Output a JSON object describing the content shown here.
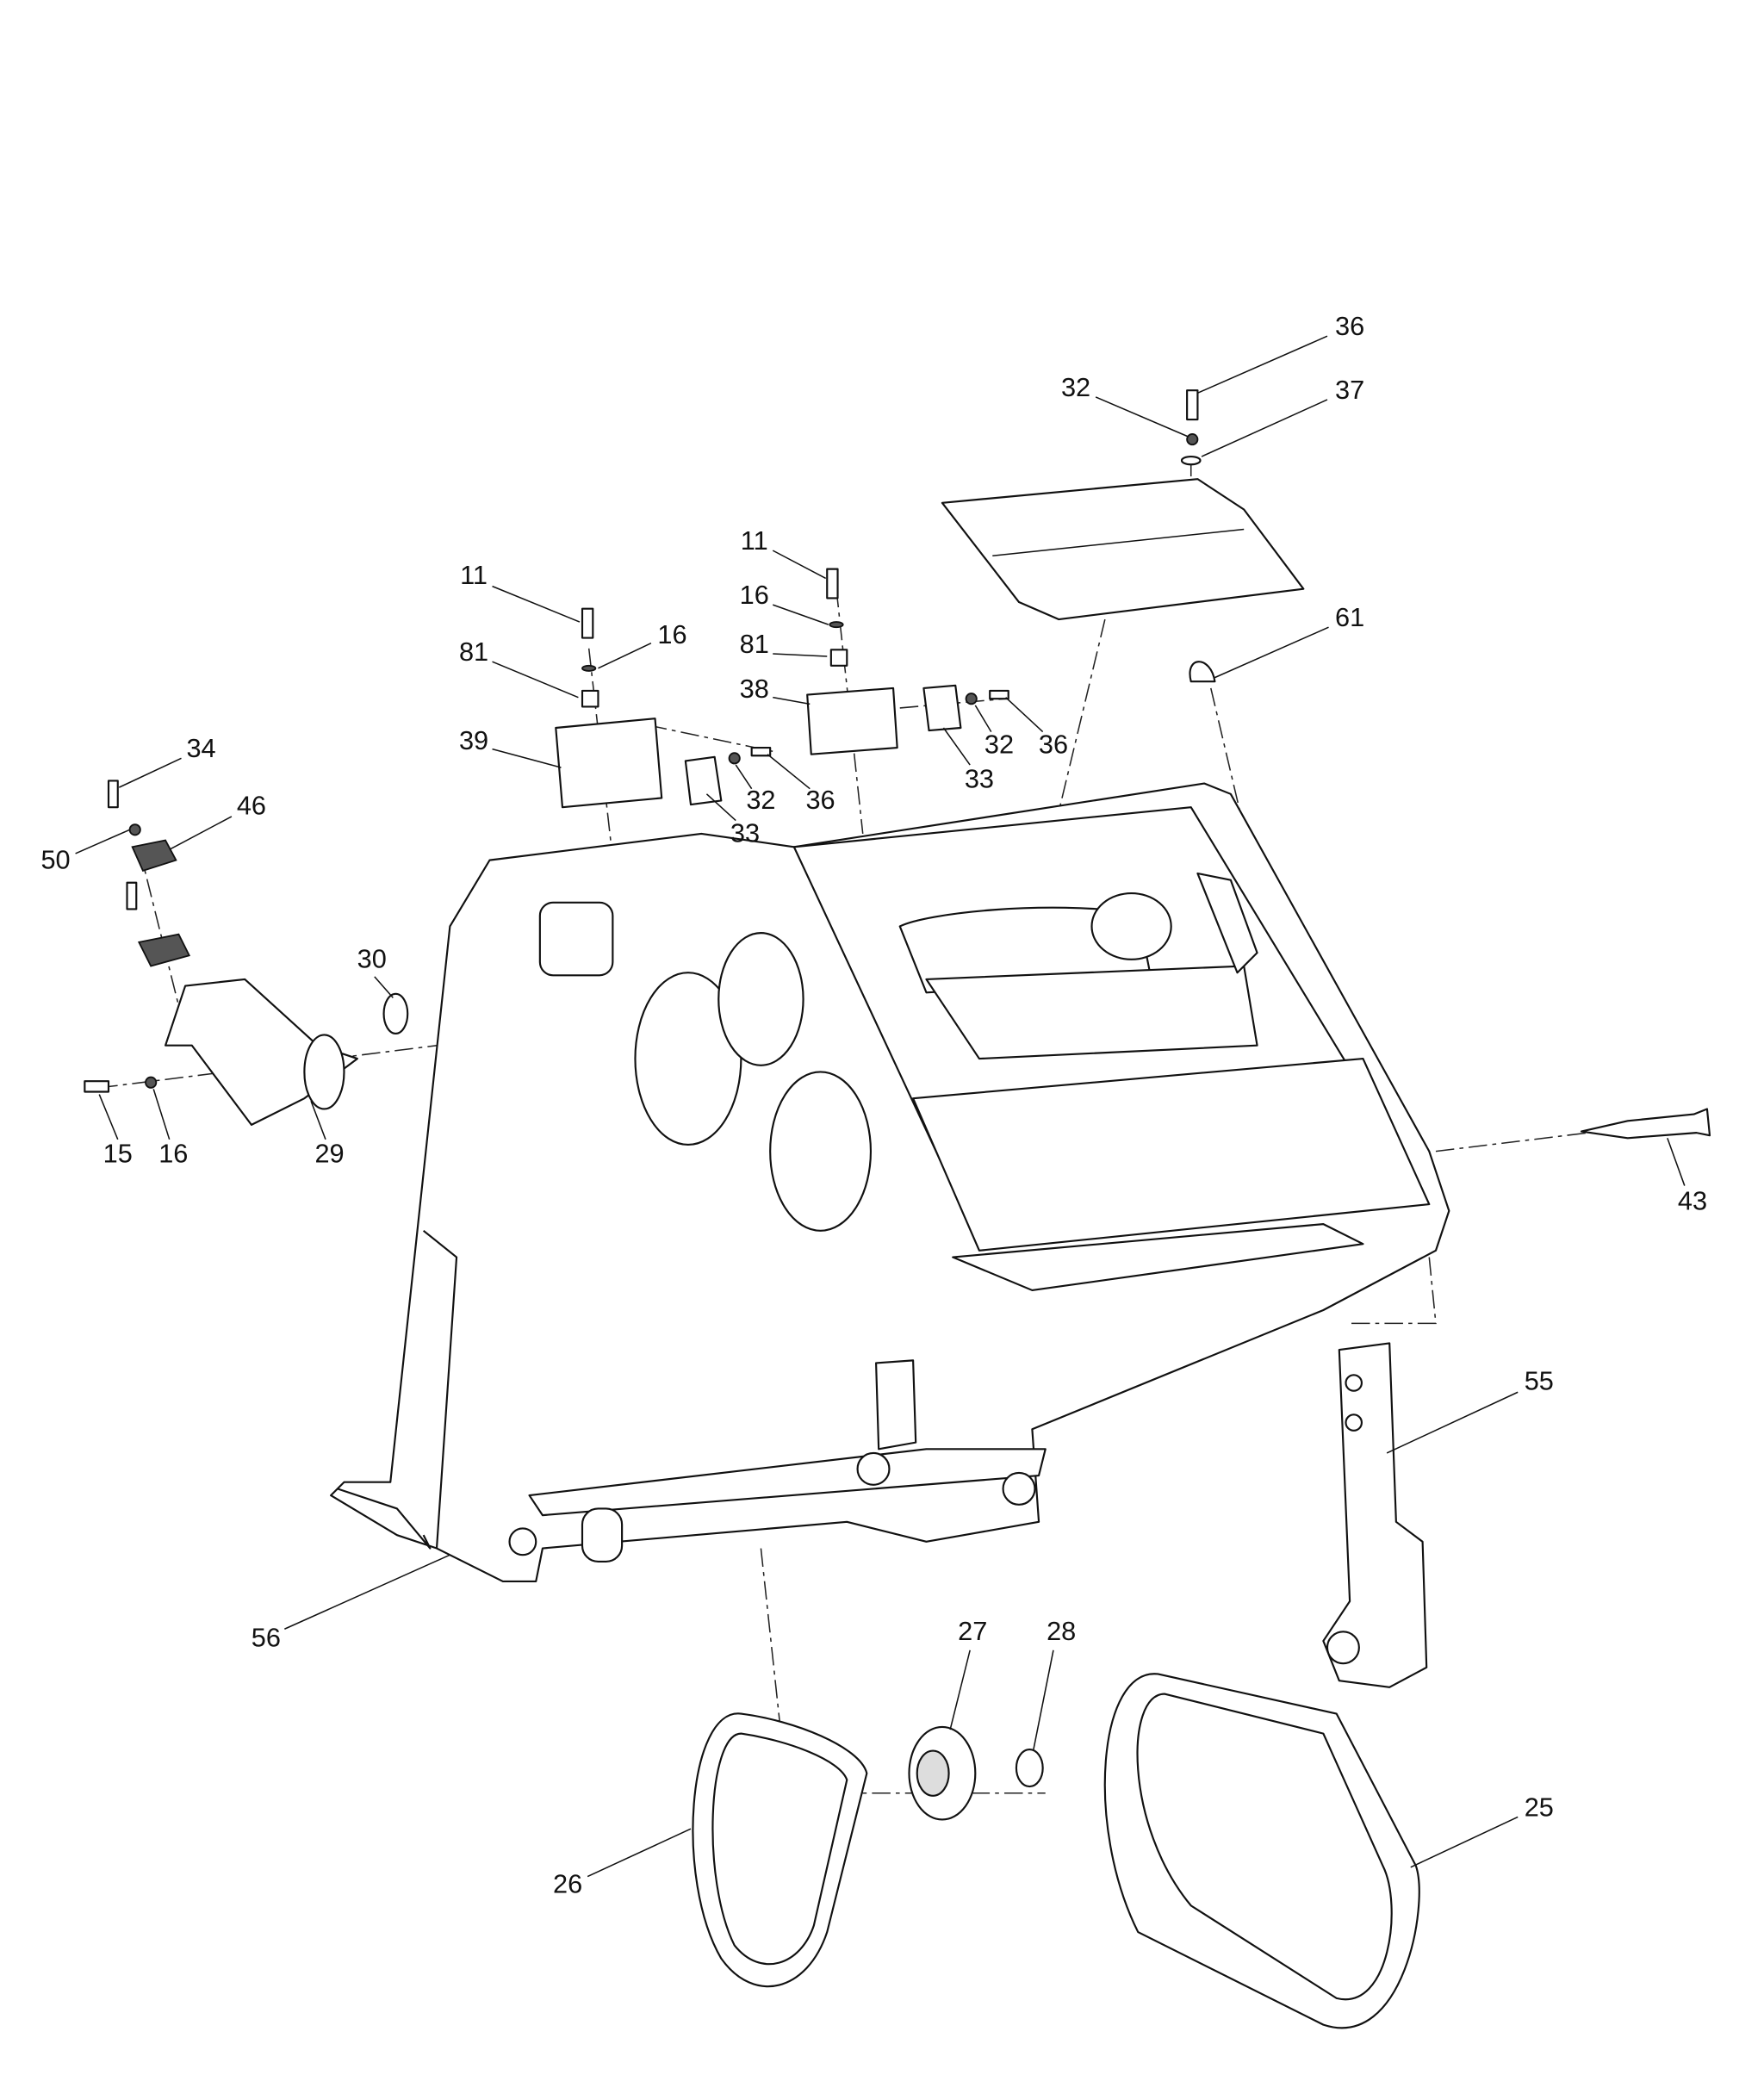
{
  "diagram": {
    "type": "exploded-parts-view",
    "callouts": [
      "36",
      "32",
      "37",
      "11",
      "16",
      "81",
      "39",
      "11",
      "16",
      "81",
      "38",
      "32",
      "36",
      "33",
      "32",
      "36",
      "33",
      "61",
      "34",
      "46",
      "50",
      "30",
      "15",
      "16",
      "29",
      "43",
      "55",
      "56",
      "27",
      "28",
      "26",
      "25"
    ]
  },
  "colors": {
    "line": "#111111",
    "background": "#ffffff"
  }
}
